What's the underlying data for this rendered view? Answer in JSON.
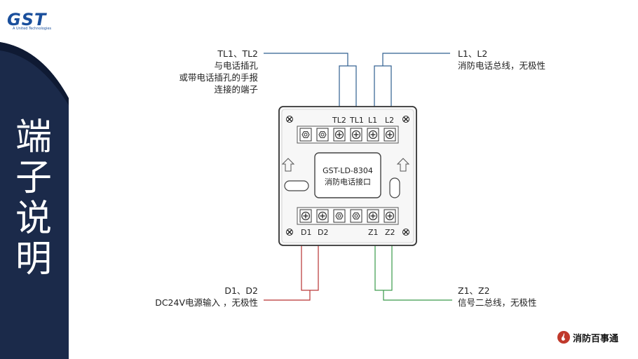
{
  "sidebar": {
    "logo_text": "GST",
    "logo_subtext": "A United Technologies",
    "title_chars": [
      "端",
      "子",
      "说",
      "明"
    ],
    "bg_color": "#1b2a4a",
    "band_color": "#0f1a33"
  },
  "device": {
    "model": "GST-LD-8304",
    "name": "消防电话接口",
    "top_terminals": [
      "TL2",
      "TL1",
      "L1",
      "L2"
    ],
    "bottom_terminals": [
      "D1",
      "D2",
      "Z1",
      "Z2"
    ]
  },
  "annotations": {
    "tl": {
      "title": "TL1、TL2",
      "lines": [
        "与电话插孔",
        "或带电话插孔的手报",
        "连接的端子"
      ]
    },
    "l": {
      "title": "L1、L2",
      "lines": [
        "消防电话总线，无极性"
      ]
    },
    "d": {
      "title": "D1、D2",
      "lines": [
        "DC24V电源输入 ，无极性"
      ]
    },
    "z": {
      "title": "Z1、Z2",
      "lines": [
        "信号二总线，无极性"
      ]
    }
  },
  "wire_colors": {
    "tl": "#2f5f8f",
    "l": "#2f5f8f",
    "d": "#b83232",
    "z": "#3a9a4a"
  },
  "footer": {
    "brand": "消防百事通",
    "brand_color": "#c0392b"
  }
}
